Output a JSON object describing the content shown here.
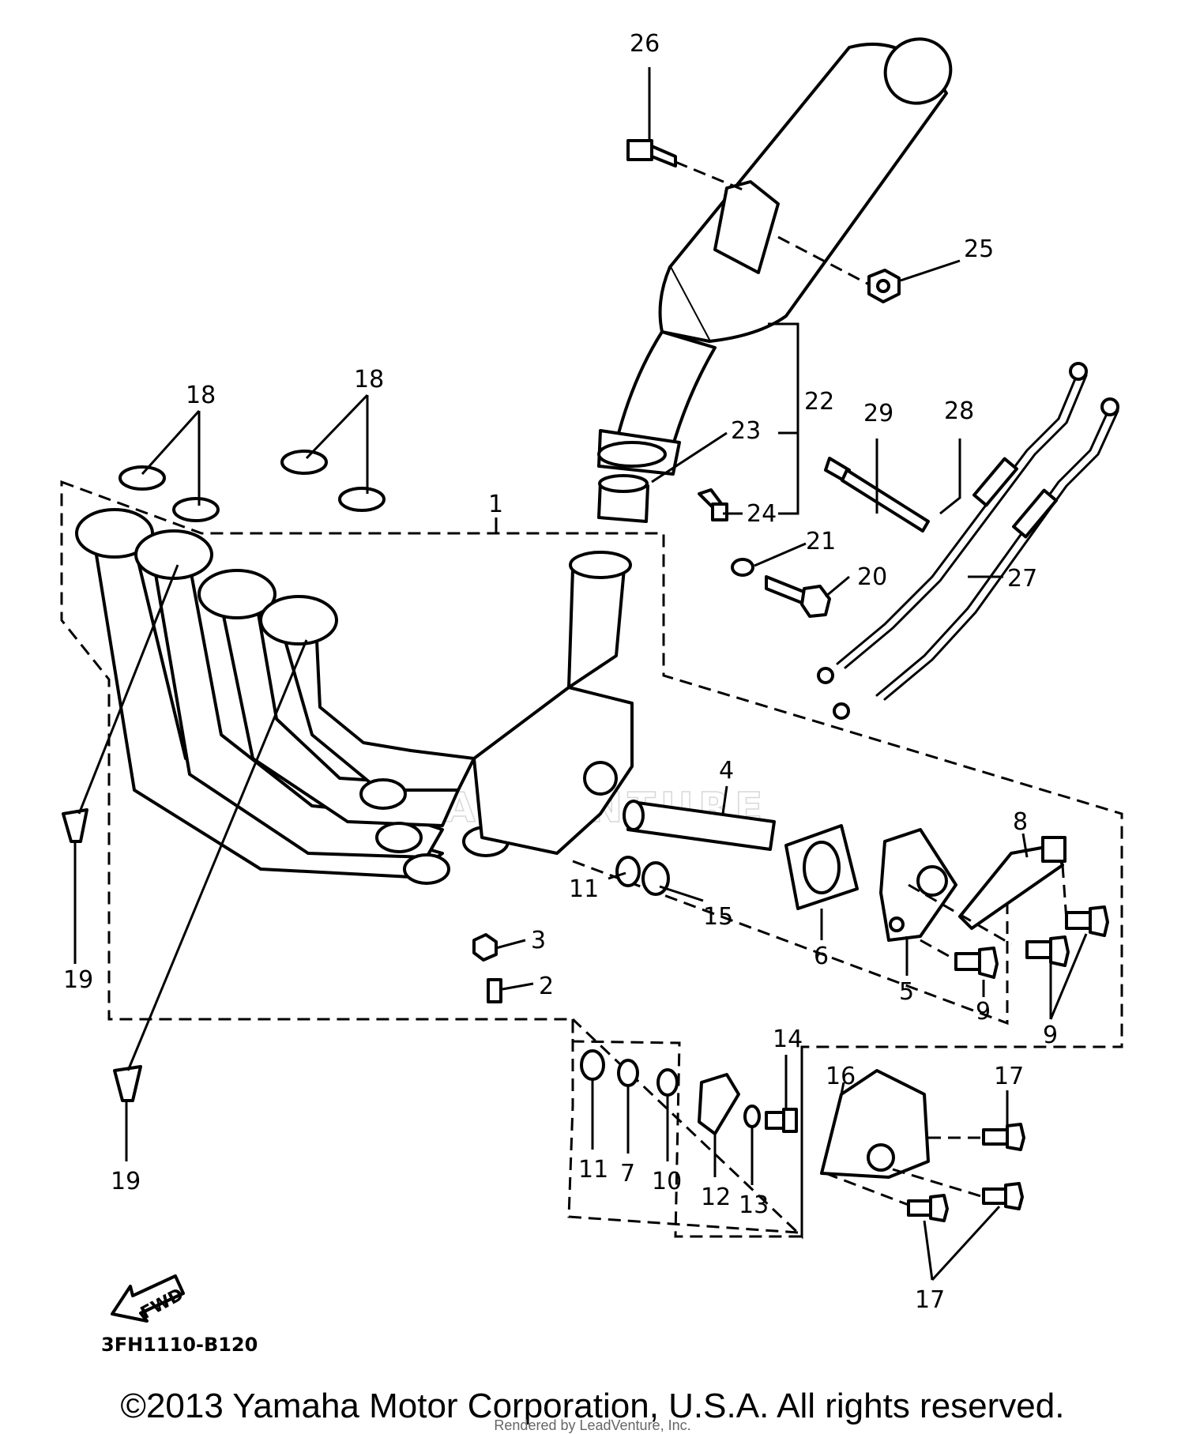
{
  "diagram": {
    "callouts": {
      "c1": "1",
      "c2": "2",
      "c3": "3",
      "c4": "4",
      "c5": "5",
      "c6": "6",
      "c7": "7",
      "c8": "8",
      "c9a": "9",
      "c9b": "9",
      "c10": "10",
      "c11a": "11",
      "c11b": "11",
      "c12": "12",
      "c13": "13",
      "c14": "14",
      "c15": "15",
      "c16": "16",
      "c17a": "17",
      "c17b": "17",
      "c18a": "18",
      "c18b": "18",
      "c19a": "19",
      "c19b": "19",
      "c20": "20",
      "c21": "21",
      "c22": "22",
      "c23": "23",
      "c24": "24",
      "c25": "25",
      "c26": "26",
      "c27": "27",
      "c28": "28",
      "c29": "29"
    },
    "fwd_label": "FWD",
    "diagram_code": "3FH1110-B120",
    "watermark": "EADVENTURE"
  },
  "footer": {
    "copyright": "©2013 Yamaha Motor Corporation, U.S.A. All rights reserved.",
    "rendered_by": "Rendered by LeadVenture, Inc."
  }
}
